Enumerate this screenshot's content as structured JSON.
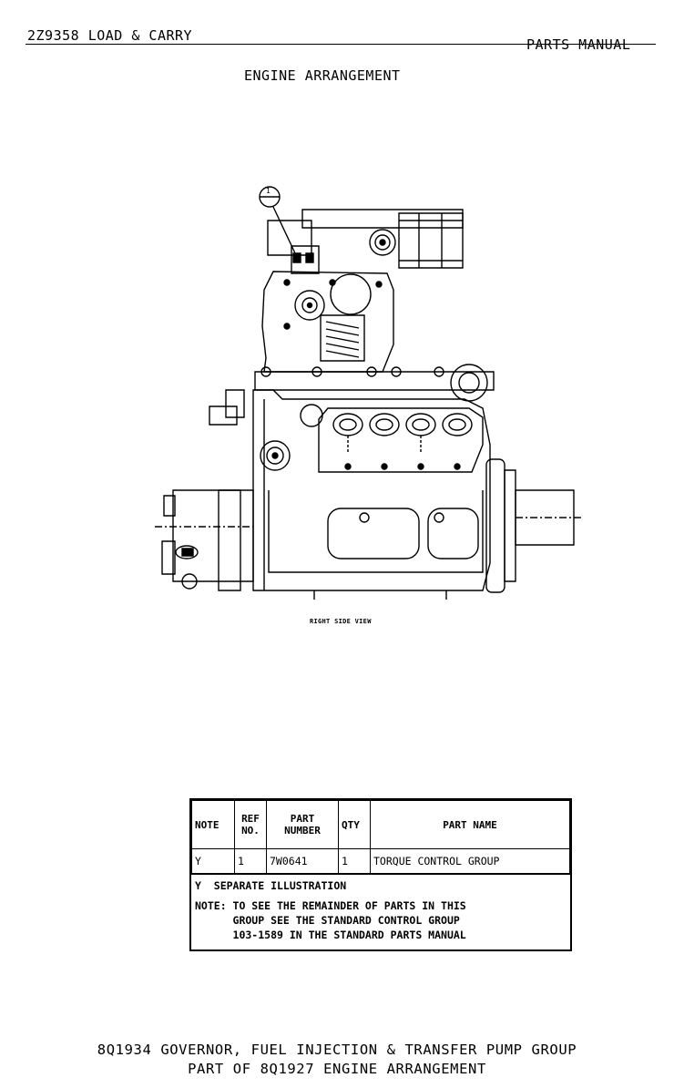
{
  "header": {
    "left": "2Z9358 LOAD & CARRY",
    "right": "PARTS MANUAL"
  },
  "title": "ENGINE ARRANGEMENT",
  "drawing": {
    "view_label": "RIGHT SIDE VIEW",
    "callout": "1"
  },
  "table": {
    "headers": {
      "note": "NOTE",
      "ref_line1": "REF",
      "ref_line2": "NO.",
      "part_line1": "PART",
      "part_line2": "NUMBER",
      "qty": "QTY",
      "name": "PART NAME"
    },
    "rows": [
      {
        "note": "Y",
        "ref": "1",
        "part_number": "7W0641",
        "qty": "1",
        "name": "TORQUE CONTROL GROUP"
      }
    ],
    "notes": [
      "Y  SEPARATE ILLUSTRATION",
      "NOTE: TO SEE THE REMAINDER OF PARTS IN THIS",
      "      GROUP SEE THE STANDARD CONTROL GROUP",
      "      103-1589 IN THE STANDARD PARTS MANUAL"
    ]
  },
  "footer": {
    "line1": "8Q1934 GOVERNOR, FUEL INJECTION & TRANSFER PUMP GROUP",
    "line2": "PART OF 8Q1927 ENGINE ARRANGEMENT"
  }
}
